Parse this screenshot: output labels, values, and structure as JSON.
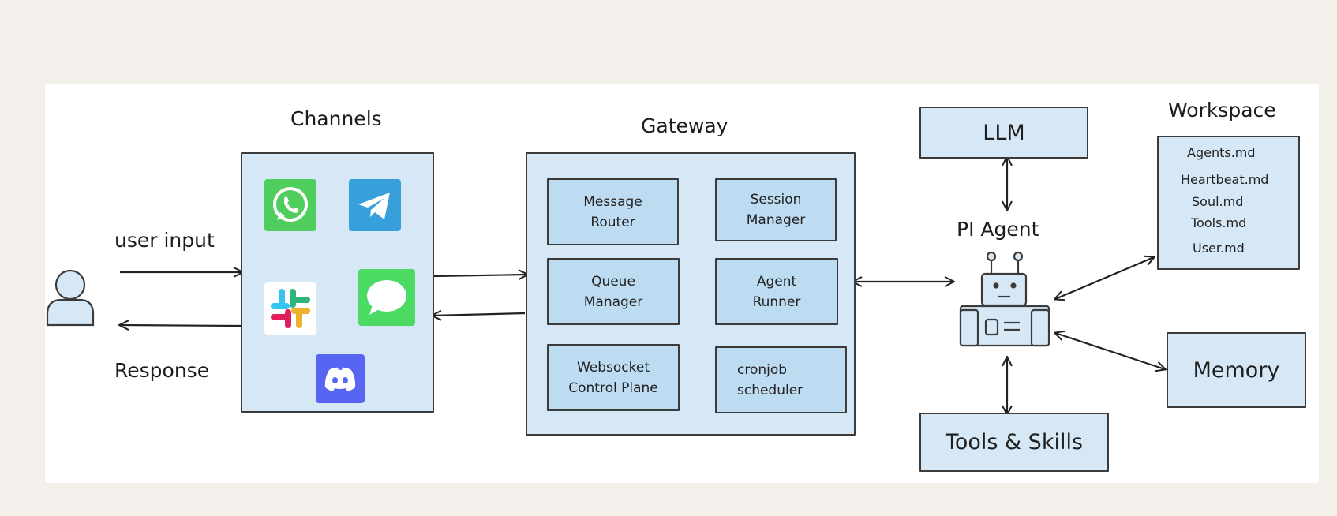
{
  "left": {
    "user_input": "user input",
    "response": "Response"
  },
  "channels": {
    "title": "Channels",
    "apps": [
      "whatsapp",
      "telegram",
      "slack",
      "imessage",
      "discord"
    ]
  },
  "gateway": {
    "title": "Gateway",
    "modules": [
      "Message\nRouter",
      "Session\nManager",
      "Queue\nManager",
      "Agent\nRunner",
      "Websocket\nControl Plane",
      "cronjob\nscheduler"
    ]
  },
  "agent": {
    "llm": "LLM",
    "name": "PI Agent",
    "tools": "Tools & Skills",
    "memory": "Memory"
  },
  "workspace": {
    "title": "Workspace",
    "files": [
      "Agents.md",
      "Heartbeat.md",
      "Soul.md",
      "Tools.md",
      "User.md"
    ]
  },
  "colors": {
    "box_fill": "#d6e8f6",
    "module_fill": "#bedcf1",
    "stroke": "#3b3b3b",
    "whatsapp": "#4fce5d",
    "telegram": "#37a0db",
    "imessage": "#4cd964",
    "discord": "#5865f2"
  }
}
